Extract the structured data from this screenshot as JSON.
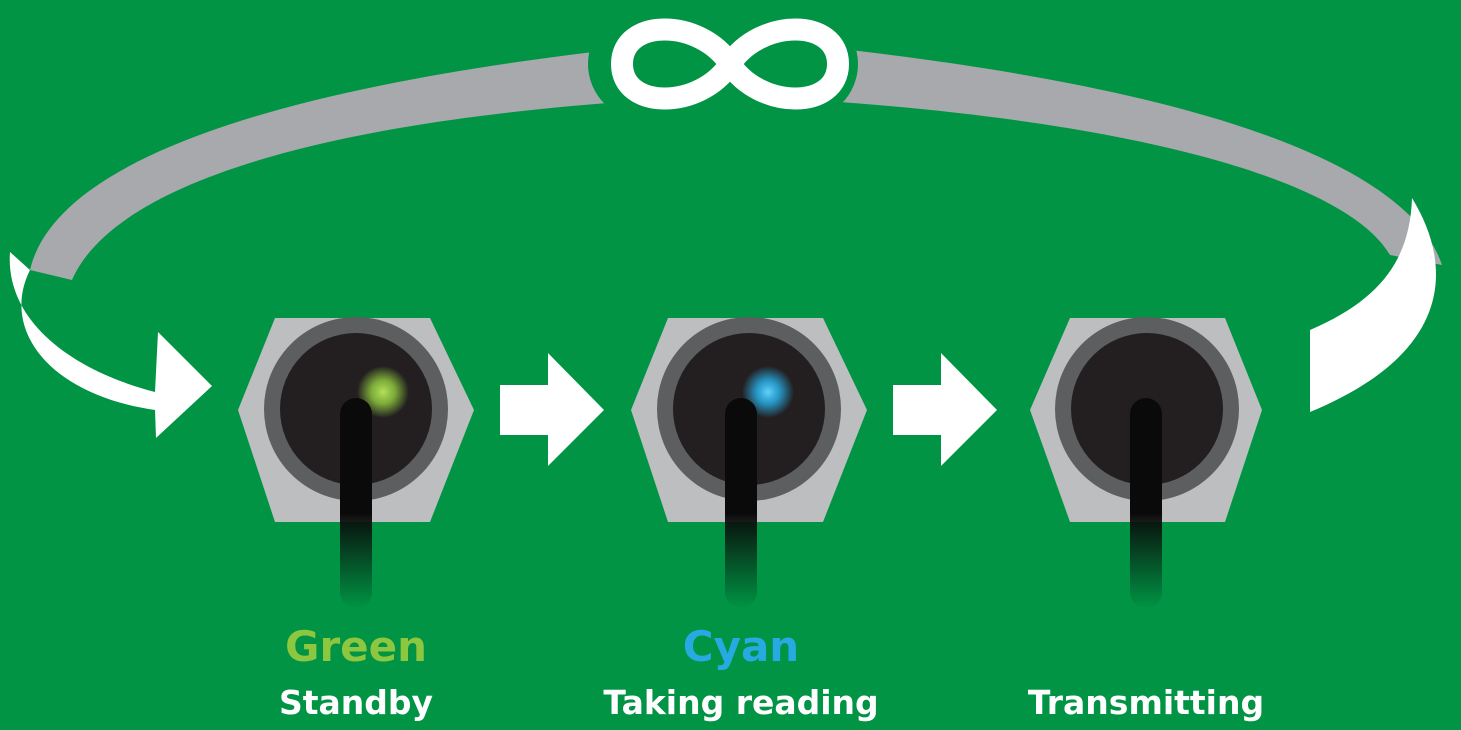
{
  "diagram": {
    "loop_symbol": "infinity-icon",
    "background_color": "#009444",
    "stages": [
      {
        "color_name": "Green",
        "status": "Standby",
        "led_color": "#8dc63f"
      },
      {
        "color_name": "Cyan",
        "status": "Taking reading",
        "led_color": "#27aae1"
      },
      {
        "color_name": "",
        "status": "Transmitting",
        "led_color": ""
      }
    ]
  }
}
